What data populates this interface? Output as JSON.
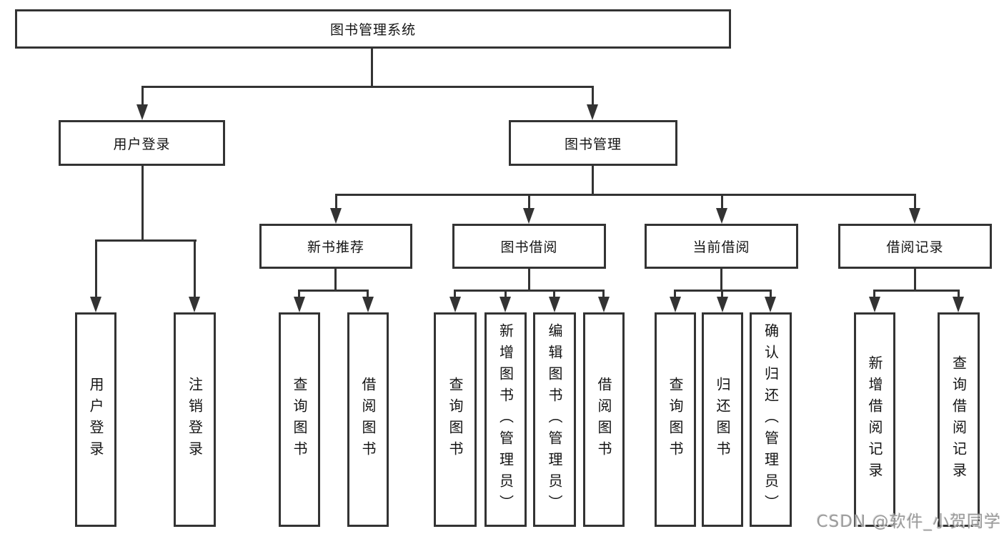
{
  "diagram_title": "图书管理系统",
  "nodes": {
    "root": "图书管理系统",
    "user_login": "用户登录",
    "book_mgmt": "图书管理",
    "new_book_rec": "新书推荐",
    "book_borrow": "图书借阅",
    "current_borrow": "当前借阅",
    "borrow_record": "借阅记录",
    "leaf_user_login": "用户登录",
    "leaf_logout": "注销登录",
    "leaf_query_book_a": "查询图书",
    "leaf_borrow_book_a": "借阅图书",
    "leaf_query_book_b": "查询图书",
    "leaf_add_book": "新增图书（管理员）",
    "leaf_edit_book": "编辑图书（管理员）",
    "leaf_borrow_book_b": "借阅图书",
    "leaf_query_book_c": "查询图书",
    "leaf_return_book": "归还图书",
    "leaf_confirm_return": "确认归还（管理员）",
    "leaf_add_record": "新增借阅记录",
    "leaf_query_record": "查询借阅记录"
  },
  "hierarchy": {
    "图书管理系统": {
      "用户登录": [
        "用户登录",
        "注销登录"
      ],
      "图书管理": {
        "新书推荐": [
          "查询图书",
          "借阅图书"
        ],
        "图书借阅": [
          "查询图书",
          "新增图书（管理员）",
          "编辑图书（管理员）",
          "借阅图书"
        ],
        "当前借阅": [
          "查询图书",
          "归还图书",
          "确认归还（管理员）"
        ],
        "借阅记录": [
          "新增借阅记录",
          "查询借阅记录"
        ]
      }
    }
  },
  "watermark": "CSDN @软件_小贺同学",
  "colors": {
    "line": "#333333",
    "box_border": "#333333",
    "box_fill": "#ffffff",
    "text": "#141414",
    "watermark": "#9b9b9b",
    "background": "#ffffff"
  }
}
